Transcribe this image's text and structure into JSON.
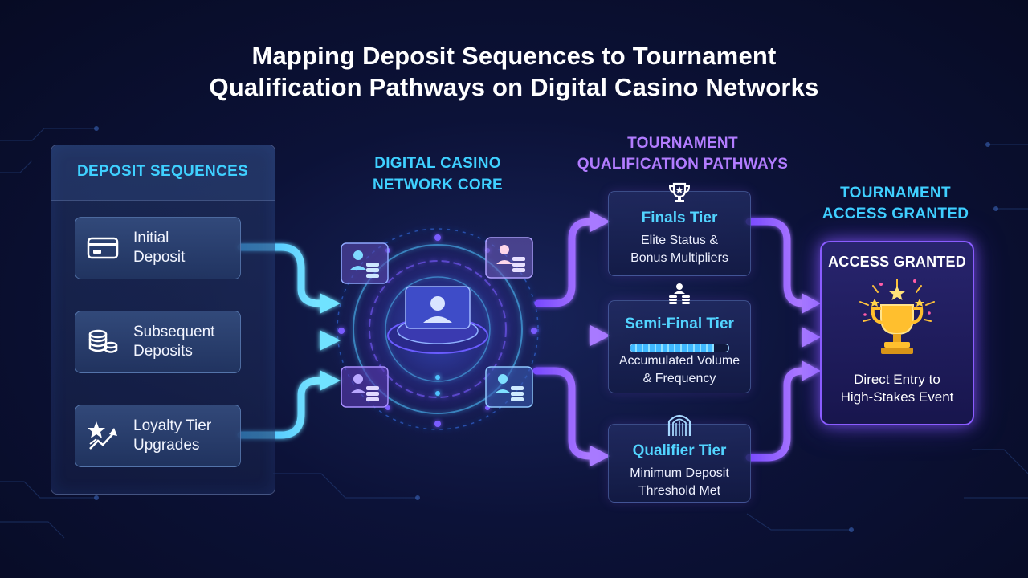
{
  "title": {
    "line1": "Mapping Deposit Sequences to Tournament",
    "line2": "Qualification Pathways on Digital Casino Networks"
  },
  "deposit_panel": {
    "title": "DEPOSIT SEQUENCES",
    "items": [
      {
        "line1": "Initial",
        "line2": "Deposit",
        "icon": "credit-card-icon"
      },
      {
        "line1": "Subsequent",
        "line2": "Deposits",
        "icon": "coin-stack-icon"
      },
      {
        "line1": "Loyalty Tier",
        "line2": "Upgrades",
        "icon": "star-growth-icon"
      }
    ]
  },
  "core": {
    "line1": "DIGITAL CASINO",
    "line2": "NETWORK CORE",
    "icon": "network-core-icon"
  },
  "pathways": {
    "line1": "TOURNAMENT",
    "line2": "QUALIFICATION PATHWAYS",
    "tiers": [
      {
        "name": "Finals Tier",
        "desc1": "Elite Status &",
        "desc2": "Bonus Multipliers",
        "icon": "trophy-icon"
      },
      {
        "name": "Semi-Final Tier",
        "desc1": "Accumulated Volume",
        "desc2": "& Frequency",
        "icon": "player-coins-icon",
        "progress": 0.85
      },
      {
        "name": "Qualifier Tier",
        "desc1": "Minimum Deposit",
        "desc2": "Threshold Met",
        "icon": "gateway-arch-icon"
      }
    ]
  },
  "access": {
    "line1": "TOURNAMENT",
    "line2": "ACCESS GRANTED",
    "badge": "ACCESS GRANTED",
    "body1": "Direct Entry to",
    "body2": "High-Stakes Event",
    "icon": "gold-trophy-icon"
  },
  "colors": {
    "cyan": "#3fd0ff",
    "purple": "#8a5cff",
    "background": "#0c1238",
    "gold": "#ffc23a"
  }
}
